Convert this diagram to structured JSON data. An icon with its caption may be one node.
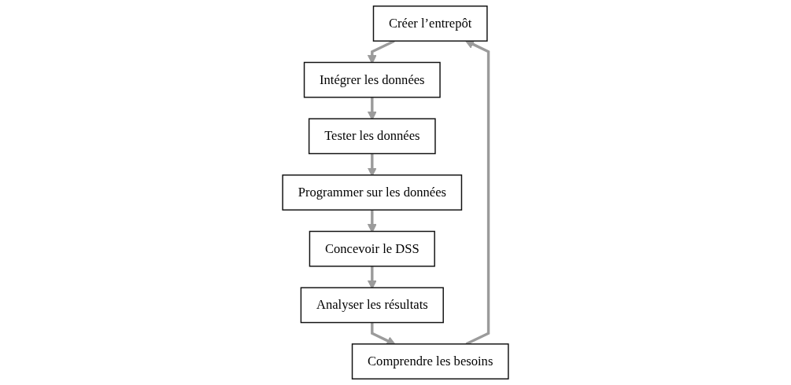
{
  "diagram": {
    "nodes": [
      {
        "text": [
          "Créer l’entrepôt"
        ]
      },
      {
        "text": [
          "Intégrer les données"
        ]
      },
      {
        "text": [
          "Tester les données"
        ]
      },
      {
        "text": [
          "Programmer sur les données"
        ]
      },
      {
        "text": [
          "Concevoir le DSS"
        ]
      },
      {
        "text": [
          "Analyser les résultats"
        ]
      },
      {
        "text": [
          "Comprendre les besoins"
        ]
      }
    ],
    "edges": [
      {
        "from": 0,
        "to": 1,
        "arrow": "to"
      },
      {
        "from": 1,
        "to": 2,
        "arrow": "to"
      },
      {
        "from": 2,
        "to": 3,
        "arrow": "to"
      },
      {
        "from": 3,
        "to": 4,
        "arrow": "to"
      },
      {
        "from": 4,
        "to": 5,
        "arrow": "to"
      },
      {
        "from": 5,
        "to": 6,
        "arrow": "to"
      },
      {
        "from": 6,
        "to": 0,
        "arrow": "to"
      }
    ]
  }
}
